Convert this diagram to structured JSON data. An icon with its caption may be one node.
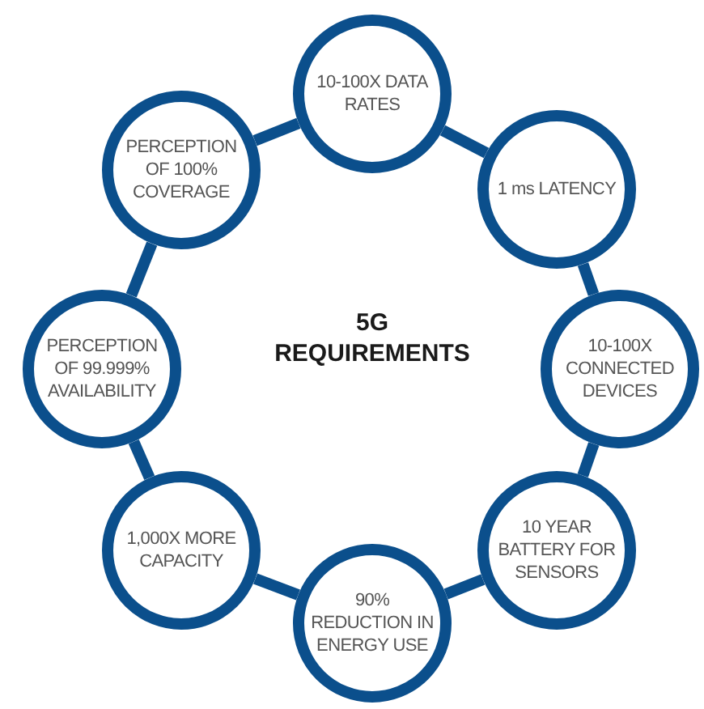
{
  "diagram": {
    "title": "5G REQUIREMENTS",
    "nodes": [
      {
        "text": [
          "10-100X DATA RATES"
        ]
      },
      {
        "text": [
          "1 ms LATENCY"
        ]
      },
      {
        "text": [
          "10-100X CONNECTED DEVICES"
        ]
      },
      {
        "text": [
          "10 YEAR BATTERY FOR SENSORS"
        ]
      },
      {
        "text": [
          "90% REDUCTION IN ENERGY USE"
        ]
      },
      {
        "text": [
          "1,000X MORE CAPACITY"
        ]
      },
      {
        "text": [
          "PERCEPTION OF 99.999% AVAILABILITY"
        ]
      },
      {
        "text": [
          "PERCEPTION OF 100% COVERAGE"
        ]
      }
    ],
    "edges": [
      {
        "from": 0,
        "to": 1,
        "arrow": "none"
      },
      {
        "from": 1,
        "to": 2,
        "arrow": "none"
      },
      {
        "from": 2,
        "to": 3,
        "arrow": "none"
      },
      {
        "from": 3,
        "to": 4,
        "arrow": "none"
      },
      {
        "from": 4,
        "to": 5,
        "arrow": "none"
      },
      {
        "from": 5,
        "to": 6,
        "arrow": "none"
      },
      {
        "from": 6,
        "to": 7,
        "arrow": "none"
      },
      {
        "from": 7,
        "to": 0,
        "arrow": "none"
      }
    ]
  }
}
